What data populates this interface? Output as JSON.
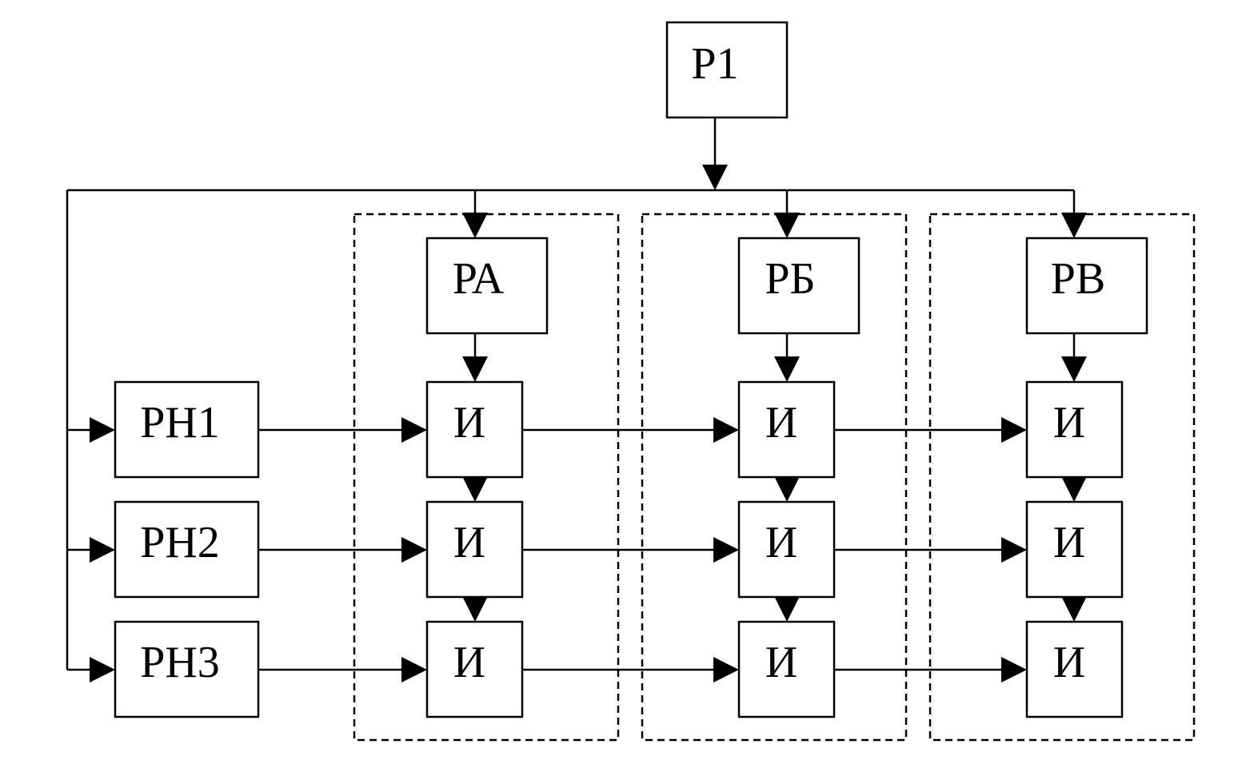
{
  "diagram": {
    "style": {
      "line_color": "#000000",
      "background": "#ffffff",
      "group_border": "dashed"
    },
    "top_block": {
      "id": "P1",
      "label": "Р1"
    },
    "groups": [
      {
        "id": "A",
        "header": {
          "id": "PA",
          "label": "РА"
        },
        "cells": [
          {
            "id": "I-A1",
            "label": "И"
          },
          {
            "id": "I-A2",
            "label": "И"
          },
          {
            "id": "I-A3",
            "label": "И"
          }
        ]
      },
      {
        "id": "B",
        "header": {
          "id": "PB",
          "label": "РБ"
        },
        "cells": [
          {
            "id": "I-B1",
            "label": "И"
          },
          {
            "id": "I-B2",
            "label": "И"
          },
          {
            "id": "I-B3",
            "label": "И"
          }
        ]
      },
      {
        "id": "V",
        "header": {
          "id": "PV",
          "label": "РВ"
        },
        "cells": [
          {
            "id": "I-V1",
            "label": "И"
          },
          {
            "id": "I-V2",
            "label": "И"
          },
          {
            "id": "I-V3",
            "label": "И"
          }
        ]
      }
    ],
    "row_blocks": [
      {
        "id": "PH1",
        "label": "РН1"
      },
      {
        "id": "PH2",
        "label": "РН2"
      },
      {
        "id": "PH3",
        "label": "РН3"
      }
    ],
    "connections": [
      {
        "from": "P1",
        "to": "bus"
      },
      {
        "from": "bus",
        "to": "PA"
      },
      {
        "from": "bus",
        "to": "PB"
      },
      {
        "from": "bus",
        "to": "PV"
      },
      {
        "from": "bus",
        "to": "PH1"
      },
      {
        "from": "bus",
        "to": "PH2"
      },
      {
        "from": "bus",
        "to": "PH3"
      },
      {
        "from": "PA",
        "to": "I-A1"
      },
      {
        "from": "PB",
        "to": "I-B1"
      },
      {
        "from": "PV",
        "to": "I-V1"
      },
      {
        "from": "I-A1",
        "to": "I-A2"
      },
      {
        "from": "I-A2",
        "to": "I-A3"
      },
      {
        "from": "I-B1",
        "to": "I-B2"
      },
      {
        "from": "I-B2",
        "to": "I-B3"
      },
      {
        "from": "I-V1",
        "to": "I-V2"
      },
      {
        "from": "I-V2",
        "to": "I-V3"
      },
      {
        "from": "PH1",
        "to": "I-A1"
      },
      {
        "from": "I-A1",
        "to": "I-B1"
      },
      {
        "from": "I-B1",
        "to": "I-V1"
      },
      {
        "from": "PH2",
        "to": "I-A2"
      },
      {
        "from": "I-A2",
        "to": "I-B2"
      },
      {
        "from": "I-B2",
        "to": "I-V2"
      },
      {
        "from": "PH3",
        "to": "I-A3"
      },
      {
        "from": "I-A3",
        "to": "I-B3"
      },
      {
        "from": "I-B3",
        "to": "I-V3"
      }
    ]
  }
}
